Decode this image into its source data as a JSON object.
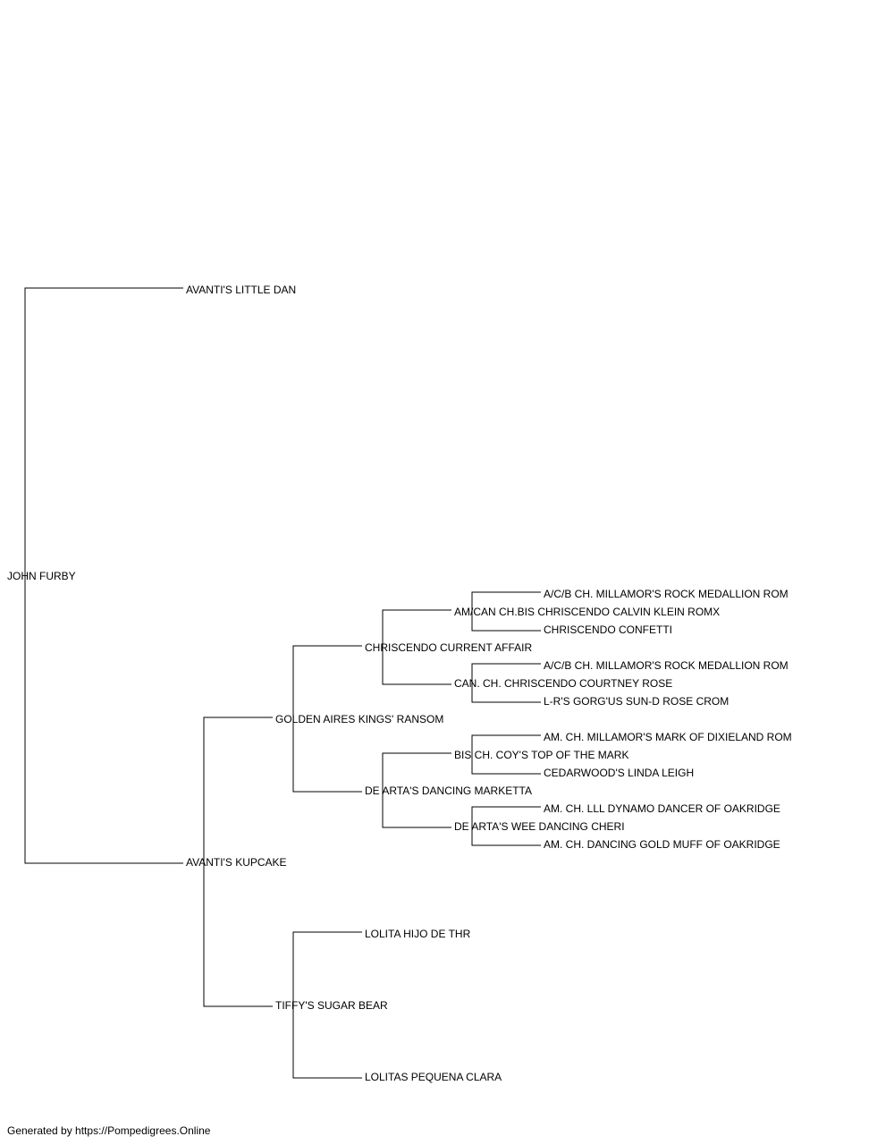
{
  "pedigree": {
    "subject": {
      "name": "JOHN FURBY",
      "highlight": false
    },
    "sire": {
      "name": "AVANTI'S LITTLE DAN",
      "highlight": false
    },
    "dam": {
      "name": "AVANTI'S KUPCAKE",
      "highlight": false
    },
    "dam_sire": {
      "name": "GOLDEN AIRES KINGS' RANSOM",
      "highlight": false
    },
    "dam_dam": {
      "name": "TIFFY'S SUGAR BEAR",
      "highlight": false
    },
    "dam_sire_sire": {
      "name": "CHRISCENDO CURRENT AFFAIR",
      "highlight": false
    },
    "dam_sire_dam": {
      "name": "DE ARTA'S DANCING MARKETTA",
      "highlight": false
    },
    "dam_dam_sire": {
      "name": "LOLITA HIJO DE THR",
      "highlight": false
    },
    "dam_dam_dam": {
      "name": "LOLITAS PEQUENA CLARA",
      "highlight": false
    },
    "dss_sire": {
      "name": "AM/CAN CH.BIS CHRISCENDO CALVIN KLEIN ROMX",
      "highlight": true
    },
    "dss_dam": {
      "name": "CAN. CH. CHRISCENDO COURTNEY ROSE",
      "highlight": true
    },
    "dsd_sire": {
      "name": "BIS CH. COY'S TOP OF THE MARK",
      "highlight": true
    },
    "dsd_dam": {
      "name": "DE ARTA'S WEE DANCING CHERI",
      "highlight": false
    },
    "dsss_sire": {
      "name": "A/C/B CH. MILLAMOR'S ROCK MEDALLION ROM",
      "highlight": true
    },
    "dsss_dam": {
      "name": "CHRISCENDO CONFETTI",
      "highlight": false
    },
    "dssd_sire": {
      "name": "A/C/B CH. MILLAMOR'S ROCK MEDALLION ROM",
      "highlight": true
    },
    "dssd_dam": {
      "name": "L-R'S GORG'US SUN-D ROSE CROM",
      "highlight": true
    },
    "dsds_sire": {
      "name": "AM. CH. MILLAMOR'S MARK OF DIXIELAND ROM",
      "highlight": true
    },
    "dsds_dam": {
      "name": "CEDARWOOD'S LINDA LEIGH",
      "highlight": false
    },
    "dsdd_sire": {
      "name": "AM. CH. LLL DYNAMO DANCER OF OAKRIDGE",
      "highlight": true
    },
    "dsdd_dam": {
      "name": "AM. CH. DANCING GOLD MUFF OF OAKRIDGE",
      "highlight": true
    }
  },
  "colors": {
    "highlight": "#ff0000",
    "normal": "#000000",
    "lines": "#000000"
  },
  "footer": {
    "text": "Generated by https://Pompedigrees.Online"
  }
}
